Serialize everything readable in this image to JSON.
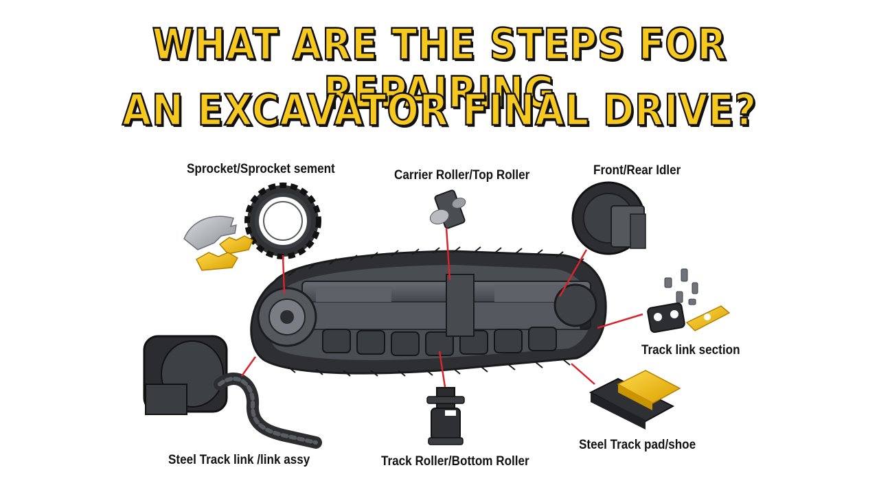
{
  "title": {
    "line1": "WHAT ARE THE STEPS FOR REPAIRING",
    "line2": "AN EXCAVATOR FINAL DRIVE?"
  },
  "labels": {
    "sprocket": "Sprocket/Sprocket sement",
    "carrier_roller": "Carrier Roller/Top Roller",
    "idler": "Front/Rear Idler",
    "track_link_section": "Track link section",
    "track_link_assy": "Steel Track link /link assy",
    "track_roller": "Track Roller/Bottom Roller",
    "track_pad": "Steel Track pad/shoe"
  },
  "colors": {
    "title_fill": "#f7c81e",
    "title_outline": "#111111",
    "leader_line": "#d6262b",
    "part_yellow": "#f2c014",
    "steel": "#3a3d42"
  }
}
